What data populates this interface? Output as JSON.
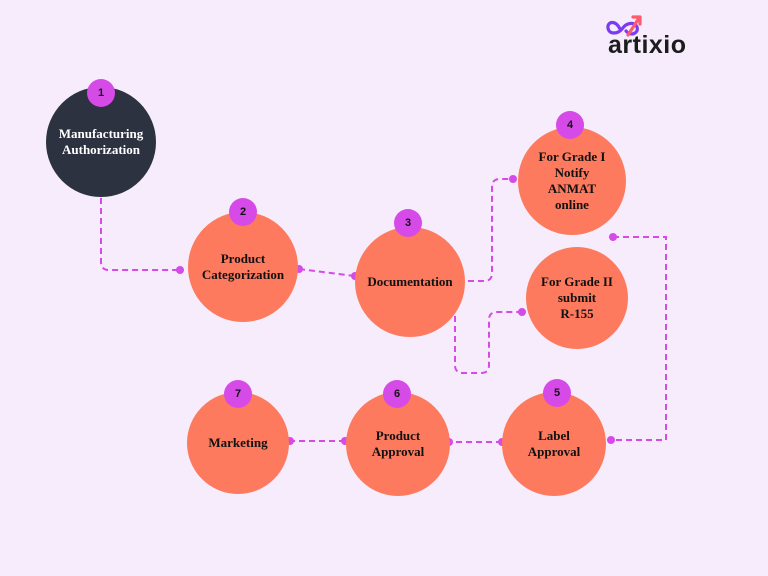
{
  "brand": {
    "name": "artixio"
  },
  "colors": {
    "background": "#f6ecfb",
    "node_orange": "#fd7a5e",
    "node_dark": "#2c3240",
    "badge": "#d64ae8",
    "connector": "#d64ae8"
  },
  "nodes": [
    {
      "id": "n1",
      "number": "1",
      "label": "Manufacturing\nAuthorization",
      "style": "dark"
    },
    {
      "id": "n2",
      "number": "2",
      "label": "Product\nCategorization",
      "style": "orange"
    },
    {
      "id": "n3",
      "number": "3",
      "label": "Documentation",
      "style": "orange"
    },
    {
      "id": "n4",
      "number": "4",
      "label": "For Grade I\nNotify\nANMAT\nonline",
      "style": "orange"
    },
    {
      "id": "n4b",
      "number": "",
      "label": "For Grade II\nsubmit\nR-155",
      "style": "orange"
    },
    {
      "id": "n5",
      "number": "5",
      "label": "Label\nApproval",
      "style": "orange"
    },
    {
      "id": "n6",
      "number": "6",
      "label": "Product\nApproval",
      "style": "orange"
    },
    {
      "id": "n7",
      "number": "7",
      "label": "Marketing",
      "style": "orange"
    }
  ]
}
